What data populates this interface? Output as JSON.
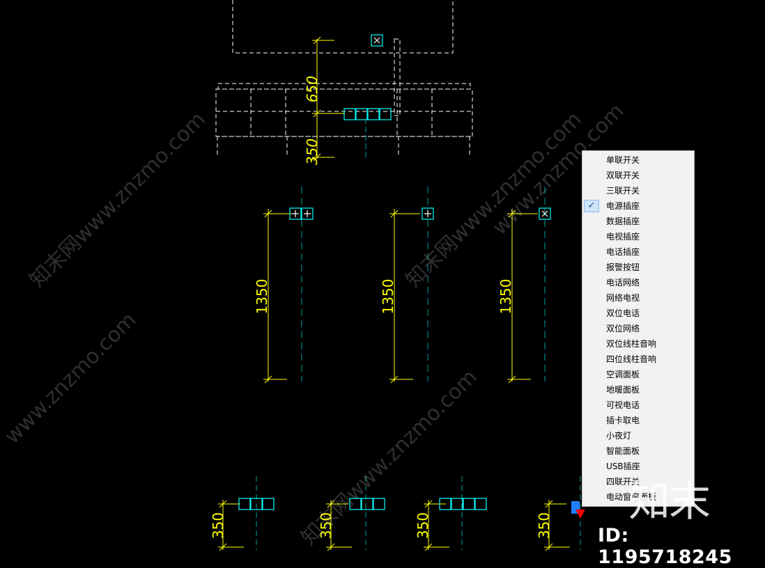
{
  "drawing": {
    "dimensions": {
      "d650": "650",
      "d350_top": "350",
      "d1350_a": "1350",
      "d1350_b": "1350",
      "d1350_c": "1350",
      "d350_b1": "350",
      "d350_b2": "350",
      "d350_b3": "350",
      "d350_b4": "350"
    },
    "colors": {
      "dimension": "#ffff00",
      "centerline": "#00a0a0",
      "furniture": "#ffffff",
      "symbol": "#00ffff",
      "marker": "#ff0000"
    }
  },
  "watermark": {
    "text": "知末网www.znzmo.com",
    "text_short": "www.znzmo.com",
    "logo": "知末",
    "id_label": "ID: 1195718245"
  },
  "context_menu": {
    "items": [
      {
        "label": "单联开关",
        "checked": false
      },
      {
        "label": "双联开关",
        "checked": false
      },
      {
        "label": "三联开关",
        "checked": false
      },
      {
        "label": "电源插座",
        "checked": true
      },
      {
        "label": "数据插座",
        "checked": false
      },
      {
        "label": "电视插座",
        "checked": false
      },
      {
        "label": "电话插座",
        "checked": false
      },
      {
        "label": "报警按钮",
        "checked": false
      },
      {
        "label": "电话网络",
        "checked": false
      },
      {
        "label": "网络电视",
        "checked": false
      },
      {
        "label": "双位电话",
        "checked": false
      },
      {
        "label": "双位网络",
        "checked": false
      },
      {
        "label": "双位线柱音响",
        "checked": false
      },
      {
        "label": "四位线柱音响",
        "checked": false
      },
      {
        "label": "空调面板",
        "checked": false
      },
      {
        "label": "地暖面板",
        "checked": false
      },
      {
        "label": "可视电话",
        "checked": false
      },
      {
        "label": "插卡取电",
        "checked": false
      },
      {
        "label": "小夜灯",
        "checked": false
      },
      {
        "label": "智能面板",
        "checked": false
      },
      {
        "label": "USB插座",
        "checked": false
      },
      {
        "label": "四联开关",
        "checked": false
      },
      {
        "label": "电动窗帘面板",
        "checked": false
      }
    ]
  }
}
